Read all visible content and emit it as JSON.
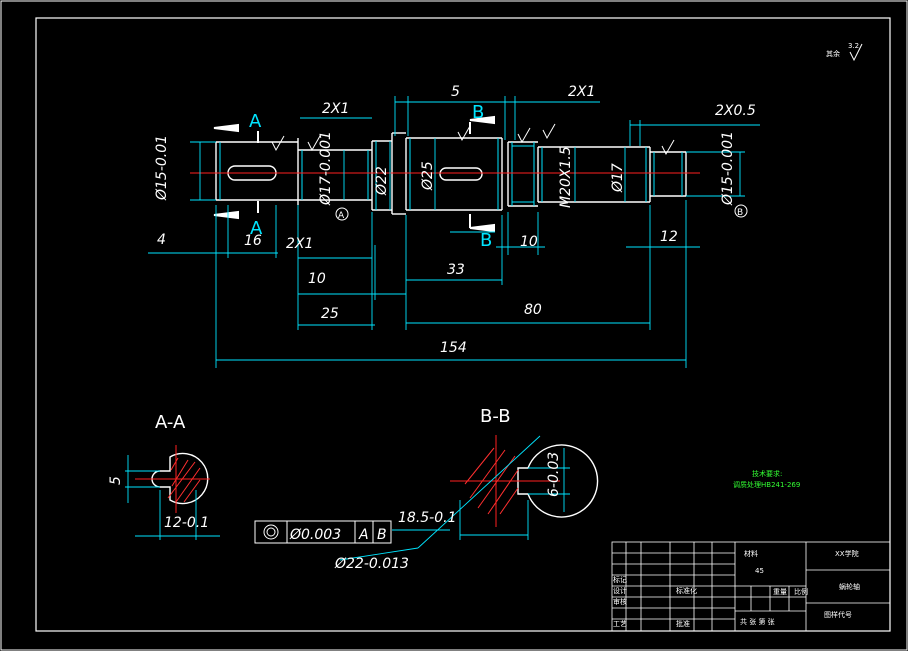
{
  "colors": {
    "background": "#000000",
    "outline": "#ffffff",
    "geometry": "#00e5ff",
    "centerline": "#ff2020",
    "note": "#33ff33",
    "hatch": "#ff3030"
  },
  "section_labels": {
    "a_left_top": "A",
    "a_left_bottom": "A",
    "b_mid_top": "B",
    "b_mid_bottom": "B",
    "section_aa": "A-A",
    "section_bb": "B-B"
  },
  "dimensions": {
    "chamfer_left": "2X1",
    "top_5": "5",
    "chamfer_right": "2X1",
    "chamfer_far_right": "2X0.5",
    "d15_left": "Ø15-0.01",
    "d17_left": "Ø17-0.001",
    "d22": "Ø22",
    "d25": "Ø25",
    "m20": "M20X1.5",
    "d17_right": "Ø17",
    "d15_right": "Ø15-0.001",
    "len_4": "4",
    "len_16": "16",
    "bottom_2x1": "2X1",
    "len_10_right": "10",
    "len_12": "12",
    "len_10": "10",
    "len_33": "33",
    "len_25": "25",
    "len_80": "80",
    "len_154": "154",
    "aa_5": "5",
    "aa_12": "12-0.1",
    "bb_6": "6-0.03",
    "fcf_value": "Ø0.003",
    "fcf_a": "A",
    "fcf_b": "B",
    "bb_18_5": "18.5-0.1",
    "bb_d22": "Ø22-0.013"
  },
  "datums": {
    "a": "A",
    "b": "B"
  },
  "notes": {
    "tech_title": "技术要求:",
    "tech_line": "调质处理HB241-269",
    "surface_rest": "其余",
    "surface_value": "3.2"
  },
  "title_block": {
    "material_label": "材料",
    "material_value": "45",
    "company": "XX学院",
    "part_name": "蜗轮轴",
    "drawing_code": "图样代号",
    "rev_marker": "标记",
    "design": "设计",
    "review": "审核",
    "process": "工艺",
    "standard": "标准化",
    "approve": "批准",
    "scale": "比例",
    "weight": "重量",
    "sheet": "共 张 第 张"
  }
}
